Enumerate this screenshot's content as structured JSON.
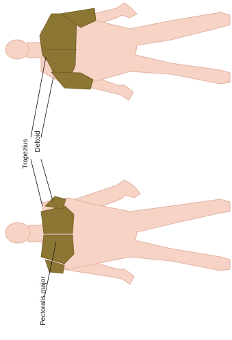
{
  "colors": {
    "skin": "#f7d3c6",
    "skin_light": "#fbe6dd",
    "skin_outline": "#e2b1a1",
    "muscle": "#8c7633",
    "muscle_dark": "#6e5c24",
    "leader_line": "#222222"
  },
  "labels": {
    "trapezius": "Trapezius",
    "deltoid": "Deltoid",
    "pectoralis_major": "Pectoralis major"
  }
}
